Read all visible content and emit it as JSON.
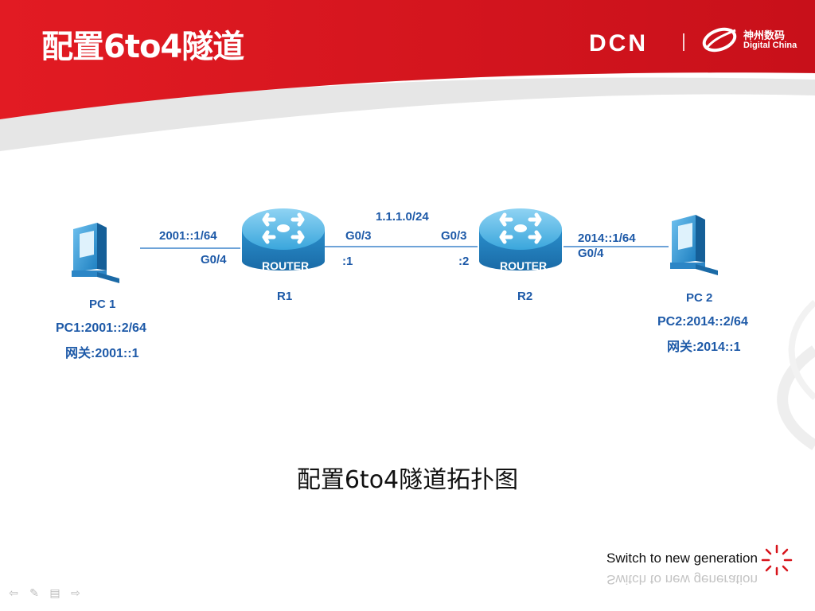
{
  "slide": {
    "title": "配置6to4隧道",
    "caption": "配置6to4隧道拓扑图",
    "tagline": "Switch to new generation"
  },
  "brand": {
    "dcn": "DCN",
    "cn_name": "神州数码",
    "en_name": "Digital China",
    "primary_color": "#d7141b"
  },
  "diagram": {
    "link_color": "#6ea3d8",
    "pc1": {
      "name": "PC 1",
      "address": "PC1:2001::2/64",
      "gateway": "网关:2001::1"
    },
    "pc2": {
      "name": "PC 2",
      "address": "PC2:2014::2/64",
      "gateway": "网关:2014::1"
    },
    "r1": {
      "name": "R1",
      "device_label": "ROUTER",
      "lan_ip": "2001::1/64",
      "lan_port": "G0/4",
      "wan_port": "G0/3",
      "wan_host": ":1"
    },
    "r2": {
      "name": "R2",
      "device_label": "ROUTER",
      "lan_ip": "2014::1/64",
      "lan_port": "G0/4",
      "wan_port": "G0/3",
      "wan_host": ":2"
    },
    "wan_subnet": "1.1.1.0/24"
  },
  "nav_icons": [
    "arrow-left-icon",
    "pen-icon",
    "menu-icon",
    "arrow-right-icon"
  ]
}
